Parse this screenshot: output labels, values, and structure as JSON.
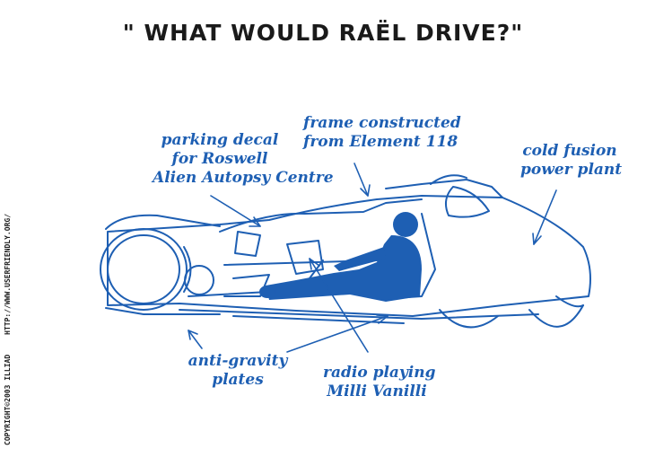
{
  "title": "\" WHAT WOULD RAËL DRIVE?\"",
  "labels": {
    "parking_decal": [
      "parking decal",
      "for Roswell",
      "Alien Autopsy Centre"
    ],
    "frame": [
      "frame constructed",
      "from Element 118"
    ],
    "cold_fusion": [
      "cold fusion",
      "power plant"
    ],
    "anti_gravity": [
      "anti-gravity",
      "plates"
    ],
    "radio": [
      "radio playing",
      "Milli Vanilli"
    ]
  },
  "sidebar": {
    "copyright": "COPYRIGHT©2003 ILLIAD",
    "url": "HTTP://WWW.USERFRIENDLY.ORG/"
  },
  "colors": {
    "ink": "#1e5fb3",
    "title": "#1a1a1a",
    "background": "#ffffff"
  }
}
